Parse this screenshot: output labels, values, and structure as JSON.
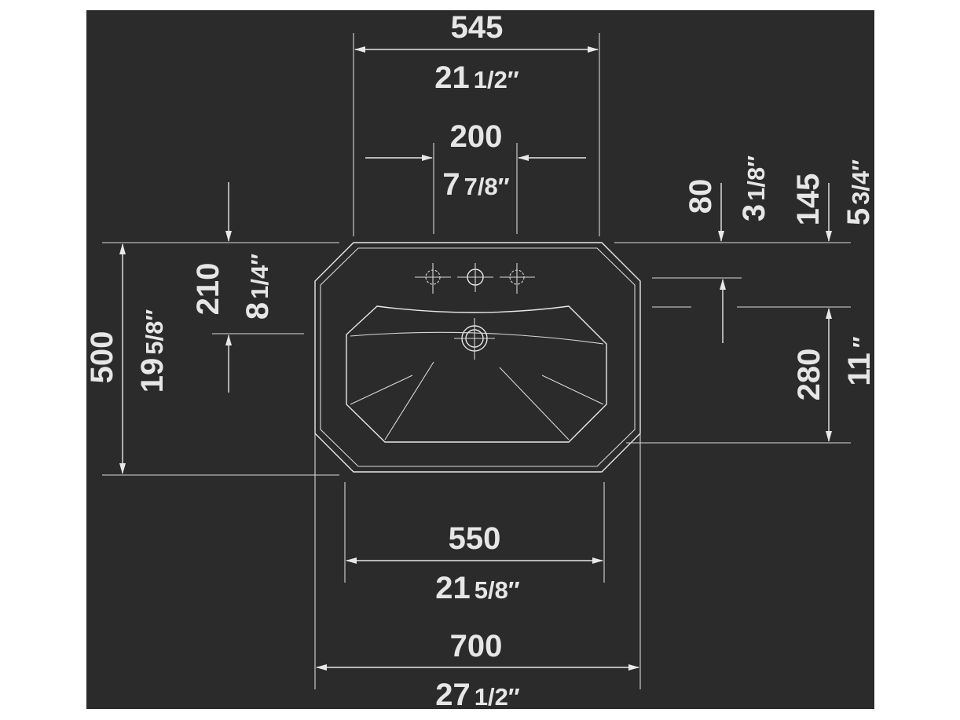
{
  "dimensions": {
    "top_width": {
      "mm": "545",
      "whole": "21",
      "fraction": "1/2″"
    },
    "tap_spacing": {
      "mm": "200",
      "whole": "7",
      "fraction": "7/8″"
    },
    "overflow_top": {
      "mm": "80",
      "whole": "3",
      "fraction": "1/8″"
    },
    "tap_from_edge": {
      "mm": "145",
      "whole": "5",
      "fraction": "3/4″"
    },
    "left_height": {
      "mm": "210",
      "whole": "8",
      "fraction": "1/4″"
    },
    "total_depth": {
      "mm": "500",
      "whole": "19",
      "fraction": "5/8″"
    },
    "bowl_depth": {
      "mm": "280",
      "whole": "11",
      "fraction": "″"
    },
    "bowl_width": {
      "mm": "550",
      "whole": "21",
      "fraction": "5/8″"
    },
    "overall_width": {
      "mm": "700",
      "whole": "27",
      "fraction": "1/2″"
    }
  },
  "colors": {
    "background": "#2b2b2b",
    "lines": "#e8e8e8"
  }
}
